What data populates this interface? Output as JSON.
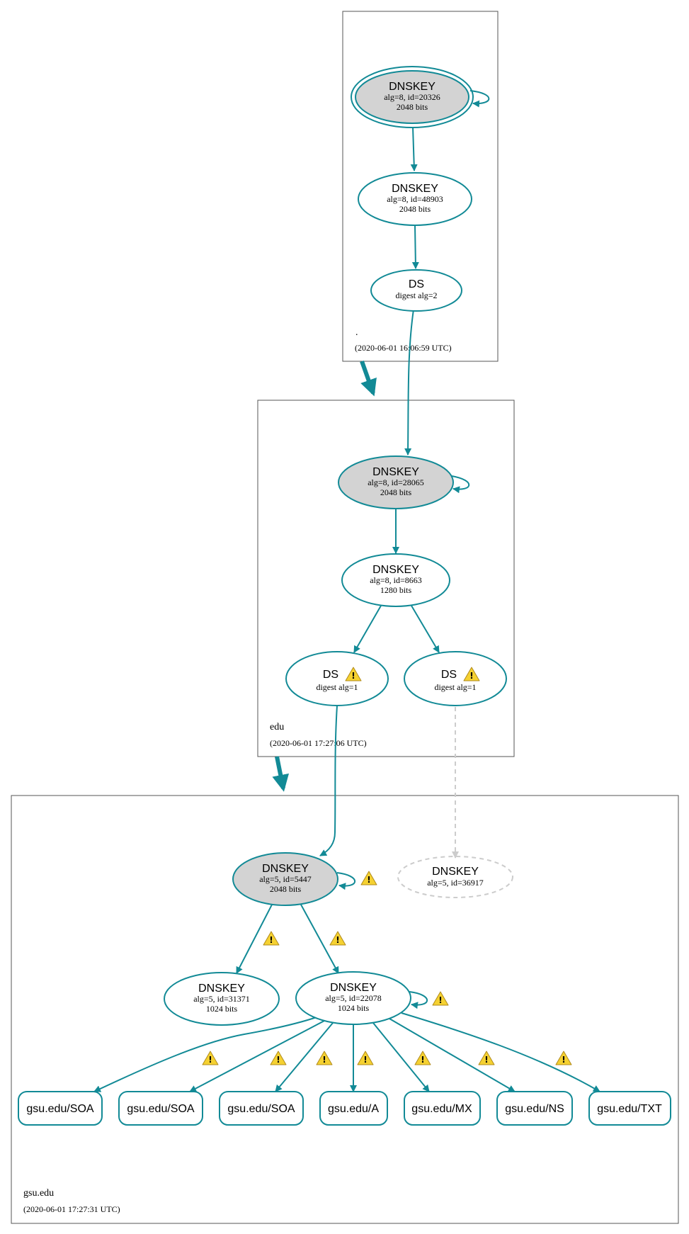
{
  "colors": {
    "edge": "#128a96",
    "node_stroke": "#128a96",
    "trust_anchor_fill": "#d3d3d3",
    "missing_stroke": "#cccccc",
    "warning_fill": "#f5d131",
    "zone_border": "#555555"
  },
  "zones": {
    "root": {
      "name": ".",
      "timestamp": "(2020-06-01 16:06:59 UTC)"
    },
    "edu": {
      "name": "edu",
      "timestamp": "(2020-06-01 17:27:06 UTC)"
    },
    "gsu": {
      "name": "gsu.edu",
      "timestamp": "(2020-06-01 17:27:31 UTC)"
    }
  },
  "nodes": {
    "root_ksk": {
      "title": "DNSKEY",
      "line1": "alg=8, id=20326",
      "line2": "2048 bits"
    },
    "root_zsk": {
      "title": "DNSKEY",
      "line1": "alg=8, id=48903",
      "line2": "2048 bits"
    },
    "root_ds": {
      "title": "DS",
      "line1": "digest alg=2"
    },
    "edu_ksk": {
      "title": "DNSKEY",
      "line1": "alg=8, id=28065",
      "line2": "2048 bits"
    },
    "edu_zsk": {
      "title": "DNSKEY",
      "line1": "alg=8, id=8663",
      "line2": "1280 bits"
    },
    "edu_ds1": {
      "title": "DS",
      "line1": "digest alg=1"
    },
    "edu_ds2": {
      "title": "DS",
      "line1": "digest alg=1"
    },
    "gsu_ksk": {
      "title": "DNSKEY",
      "line1": "alg=5, id=5447",
      "line2": "2048 bits"
    },
    "gsu_missing": {
      "title": "DNSKEY",
      "line1": "alg=5, id=36917"
    },
    "gsu_key31371": {
      "title": "DNSKEY",
      "line1": "alg=5, id=31371",
      "line2": "1024 bits"
    },
    "gsu_key22078": {
      "title": "DNSKEY",
      "line1": "alg=5, id=22078",
      "line2": "1024 bits"
    }
  },
  "rrsets": [
    "gsu.edu/SOA",
    "gsu.edu/SOA",
    "gsu.edu/SOA",
    "gsu.edu/A",
    "gsu.edu/MX",
    "gsu.edu/NS",
    "gsu.edu/TXT"
  ],
  "icons": {
    "warning": "warning-icon"
  }
}
